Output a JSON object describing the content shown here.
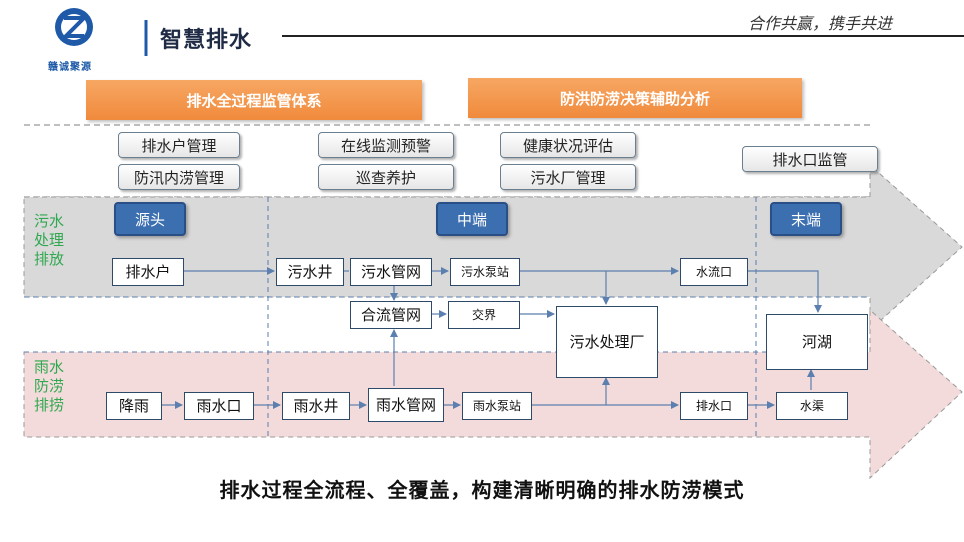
{
  "header": {
    "title": "智慧排水",
    "slogan": "合作共赢，携手共进",
    "logo_text": "赣诚聚源"
  },
  "banners": [
    "排水全过程监管体系",
    "防洪防涝决策辅助分析"
  ],
  "functions": {
    "col1": [
      "排水户管理",
      "防汛内涝管理"
    ],
    "col2": [
      "在线监测预警",
      "巡查养护"
    ],
    "col3": [
      "健康状况评估",
      "污水厂管理"
    ],
    "col4": [
      "排水口监管"
    ]
  },
  "stages": {
    "source": "源头",
    "middle": "中端",
    "end": "末端"
  },
  "lanes": {
    "sewage": "污水处理排放",
    "rain": "雨水防涝排捞"
  },
  "nodes": {
    "discharger": "排水户",
    "sewage_well": "污水井",
    "sewage_network": "污水管网",
    "sewage_pump": "污水泵站",
    "water_outlet": "水流口",
    "combined_network": "合流管网",
    "junction": "交界",
    "treatment_plant": "污水处理厂",
    "river_lake": "河湖",
    "rainfall": "降雨",
    "rain_inlet": "雨水口",
    "rain_well": "雨水井",
    "rain_network": "雨水管网",
    "rain_pump": "雨水泵站",
    "drain_outlet": "排水口",
    "canal": "水渠"
  },
  "caption": "排水过程全流程、全覆盖，构建清晰明确的排水防涝模式",
  "colors": {
    "banner": "#f08a3c",
    "stage": "#3c6fb0",
    "sewage_lane": "#d9d9d9",
    "rain_lane": "#f3dbdb",
    "lane_label": "#2fa84f",
    "flow_line": "#5b7fae"
  }
}
